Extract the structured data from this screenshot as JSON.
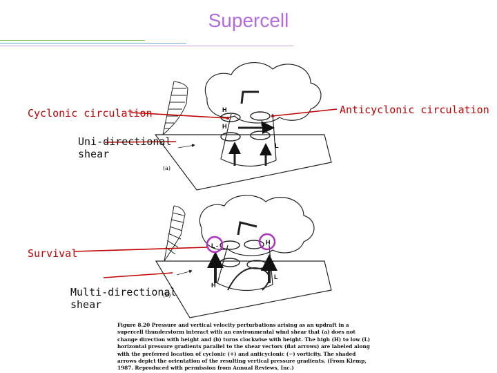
{
  "slide": {
    "title": "Supercell",
    "accent_color": "#b36be0",
    "label_color": "#c00000"
  },
  "labels": {
    "cyclonic": "Cyclonic circulation",
    "anticyclonic": "Anticyclonic circulation",
    "unidirectional_line1": "Uni-directional",
    "unidirectional_line2": "shear",
    "survival": "Survival",
    "multidirectional_line1": "Multi-directional",
    "multidirectional_line2": "shear"
  },
  "figure": {
    "panel_a_tag": "(a)",
    "panel_b_tag": "(b)",
    "markers": {
      "H": "H",
      "L": "L",
      "plus": "+",
      "minus": "-"
    },
    "caption_label": "Figure 8.20",
    "caption_text": "Pressure and vertical velocity perturbations arising as an updraft in a supercell thunderstorm interact with an environmental wind shear that (a) does not change direction with height and (b) turns clockwise with height. The high (H) to low (L) horizontal pressure gradients parallel to the shear vectors (flat arrows) are labeled along with the preferred location of cyclonic (+) and anticyclonic (−) vorticity. The shaded arrows depict the orientation of the resulting vertical pressure gradients. (From Klemp, 1987. Reproduced with permission from Annual Reviews, Inc.)"
  }
}
